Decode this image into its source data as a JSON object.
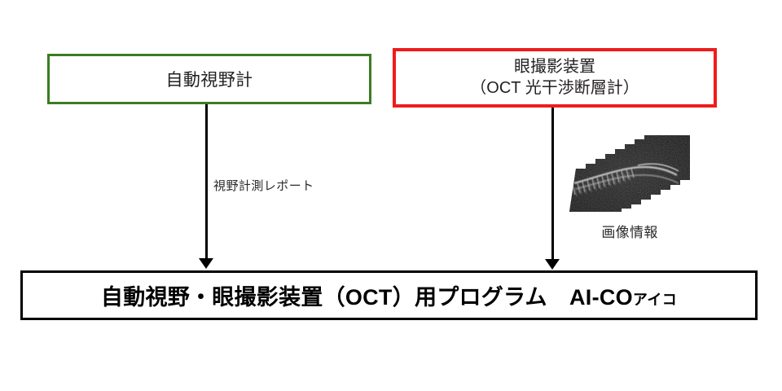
{
  "diagram": {
    "title_text": "",
    "background_color": "#ffffff",
    "nodes": {
      "perimeter": {
        "label": "自動視野計",
        "border_color": "#3a7d22"
      },
      "oct_device": {
        "label_line1": "眼撮影装置",
        "label_line2": "（OCT 光干渉断層計）",
        "border_color": "#ef1c1c"
      },
      "program": {
        "main_text": "自動視野・眼撮影装置（OCT）用プログラム　AI-CO",
        "reading_text": "アイコ",
        "border_color": "#000000"
      }
    },
    "edges": {
      "left": {
        "label": "視野計測レポート",
        "arrow_color": "#000000"
      },
      "right": {
        "label": "",
        "arrow_color": "#000000"
      }
    },
    "figure": {
      "caption": "画像情報",
      "alt_name": "oct-b-scan-stack"
    }
  }
}
